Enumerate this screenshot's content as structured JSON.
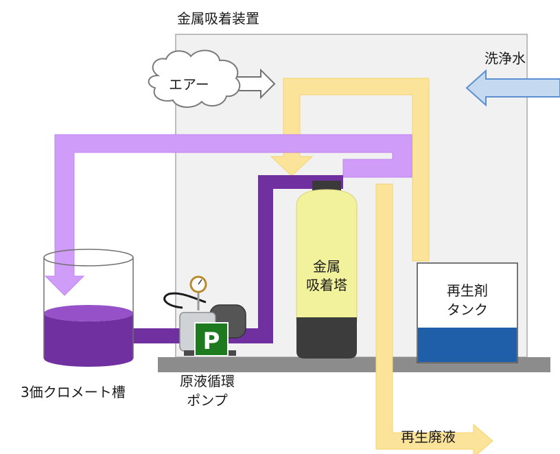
{
  "title": "金属吸着装置",
  "labels": {
    "air": "エアー",
    "wash_water": "洗浄水",
    "tower_line1": "金属",
    "tower_line2": "吸着塔",
    "regen_tank_line1": "再生剤",
    "regen_tank_line2": "タンク",
    "chromate_tank": "3価クロメート槽",
    "pump_line1": "原液循環",
    "pump_line2": "ポンプ",
    "pump_badge": "P",
    "waste_liquid": "再生廃液"
  },
  "colors": {
    "process_flow_light": "#cf9cf7",
    "process_flow_dark": "#7030a0",
    "regen_flow": "#fbe39a",
    "wash_arrow": "#c5daf1",
    "wash_arrow_border": "#5b8fd0",
    "tank_liquid": "#1f5ea8",
    "tower_body": "#f1f29b",
    "pump_badge": "#1e7a1e",
    "enclosure": "#f1f1f1",
    "floor": "#8c8c8c"
  }
}
